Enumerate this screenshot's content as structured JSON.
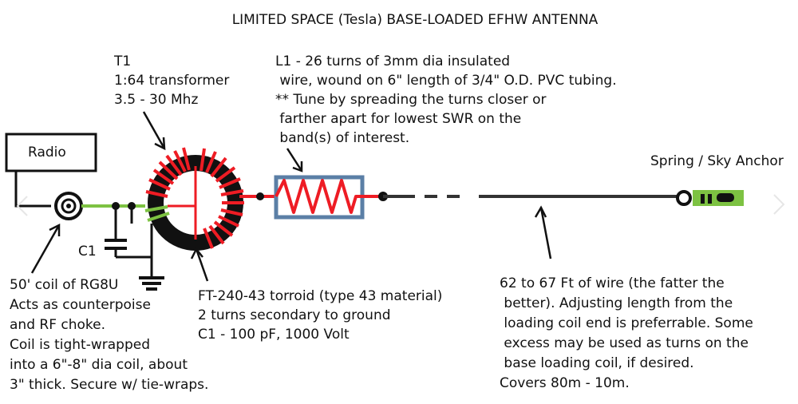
{
  "title": "LIMITED SPACE (Tesla) BASE-LOADED EFHW ANTENNA",
  "radio": {
    "label": "Radio"
  },
  "transformer": {
    "lines": [
      "T1",
      "1:64 transformer",
      "3.5 - 30 Mhz"
    ]
  },
  "coil": {
    "lines": [
      "L1 - 26 turns of 3mm dia insulated",
      " wire, wound on 6\" length of 3/4\" O.D. PVC tubing.",
      "** Tune by spreading the turns closer or",
      " farther apart for lowest SWR on the",
      " band(s) of interest."
    ]
  },
  "anchor": {
    "label": "Spring / Sky Anchor"
  },
  "capacitor": {
    "label": "C1"
  },
  "coax": {
    "lines": [
      "50' coil of RG8U",
      "Acts as counterpoise",
      "and RF choke.",
      "Coil is tight-wrapped",
      "into a 6\"-8\" dia coil, about",
      "3\" thick. Secure w/ tie-wraps."
    ]
  },
  "toroid": {
    "lines": [
      "FT-240-43 torroid (type 43 material)",
      "2 turns secondary to ground",
      "C1 - 100 pF, 1000 Volt"
    ]
  },
  "wire": {
    "lines": [
      "62 to 67 Ft of wire (the fatter the",
      " better). Adjusting length from the",
      " loading coil end is preferrable. Some",
      " excess may be used as turns on the",
      " base loading coil, if desired.",
      "Covers 80m - 10m."
    ]
  },
  "colors": {
    "antenna_wire": "#333333",
    "coax_green": "#7dc242",
    "winding_red": "#ee1c24",
    "toroid_core": "#111111",
    "coil_form_blue": "#5b7fa6"
  }
}
